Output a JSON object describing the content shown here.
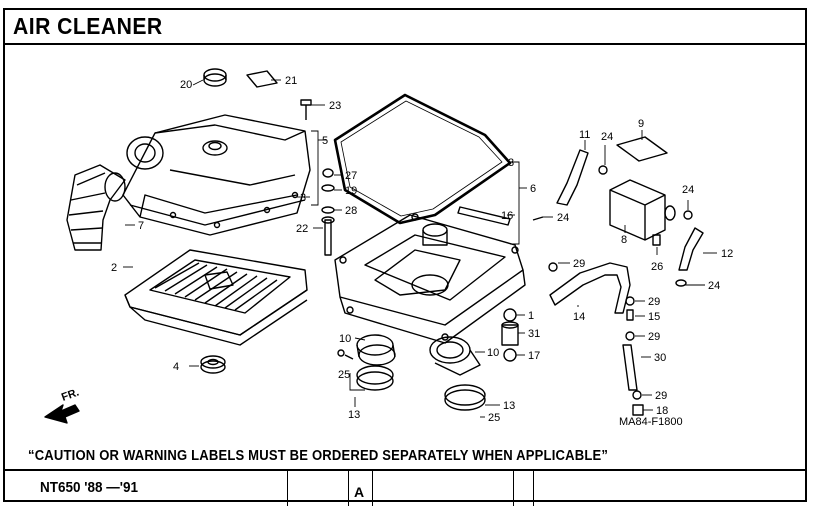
{
  "title": "AIR CLEANER",
  "caution_text": "“CAUTION OR WARNING LABELS MUST BE ORDERED SEPARATELY WHEN APPLICABLE”",
  "model_text": "NT650 '88 —'91",
  "column_letter": "A",
  "front_marker": "FR.",
  "figure_code": "MA84-F1800",
  "callouts": [
    "20",
    "21",
    "23",
    "5",
    "3",
    "27",
    "19",
    "28",
    "22",
    "7",
    "2",
    "4",
    "3",
    "6",
    "16",
    "24",
    "11",
    "24",
    "9",
    "24",
    "12",
    "24",
    "8",
    "26",
    "29",
    "14",
    "29",
    "15",
    "29",
    "30",
    "29",
    "18",
    "1",
    "31",
    "17",
    "10",
    "10",
    "25",
    "13",
    "25",
    "13"
  ]
}
